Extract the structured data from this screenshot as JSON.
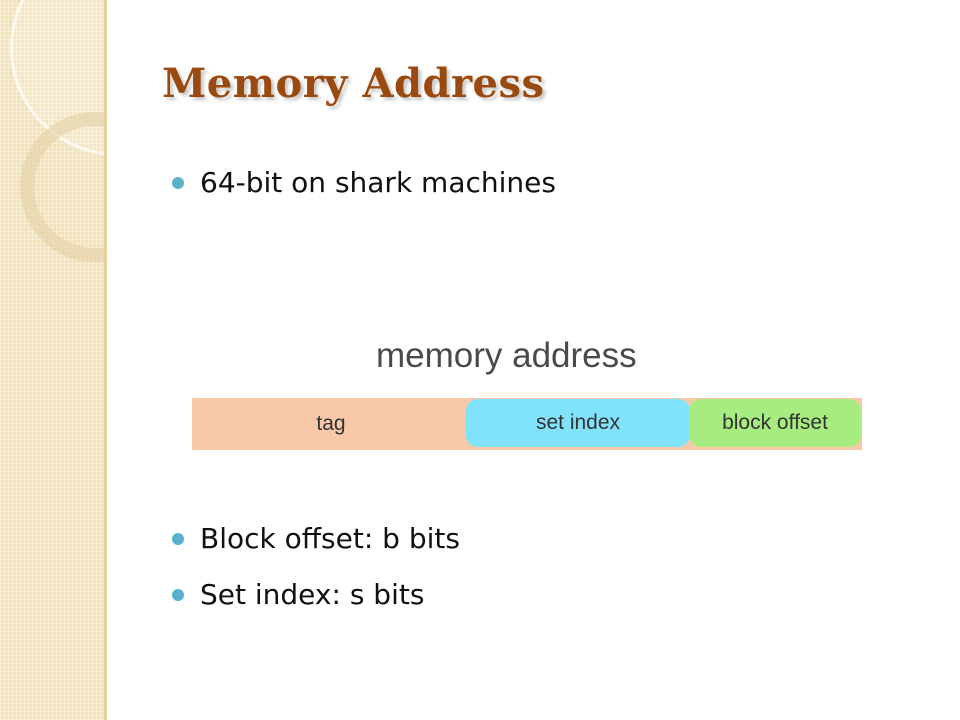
{
  "slide": {
    "title": "Memory Address",
    "bullets": [
      "64-bit on shark machines",
      "Block offset:  b bits",
      "Set index:  s bits"
    ]
  },
  "diagram": {
    "title": "memory address",
    "segments": [
      {
        "label": "tag",
        "color": "#f8c9a8"
      },
      {
        "label": "set index",
        "color": "#80e3fb"
      },
      {
        "label": "block offset",
        "color": "#a6ec7f"
      }
    ]
  },
  "colors": {
    "title": "#9a4a0e",
    "bullet_dot": "#5ab0c8",
    "side_band": "#f3e2b8"
  }
}
